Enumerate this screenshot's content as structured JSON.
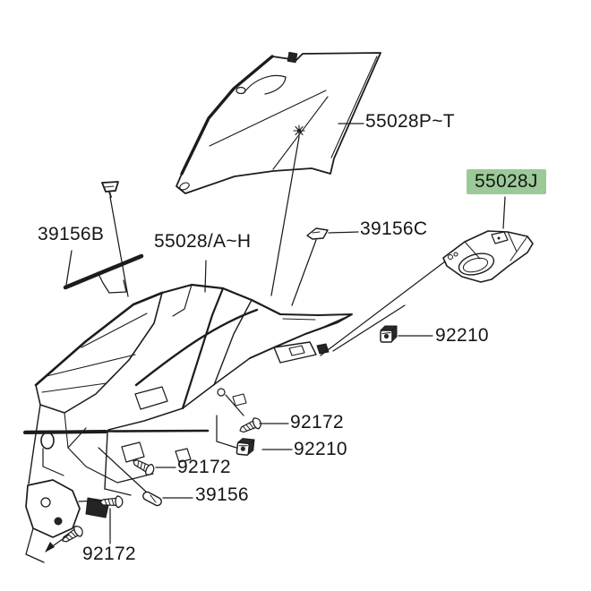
{
  "page": {
    "background_color": "#ffffff",
    "line_color": "#1c1c1c",
    "highlight_color": "#9cc998"
  },
  "labels": {
    "upper_cowl": {
      "text": "55028P~T",
      "highlighted": false
    },
    "meter_cover": {
      "text": "55028J",
      "highlighted": true
    },
    "trim_b": {
      "text": "39156B",
      "highlighted": false
    },
    "center_cowl": {
      "text": "55028/A~H",
      "highlighted": false
    },
    "pad_c": {
      "text": "39156C",
      "highlighted": false
    },
    "nut_upper": {
      "text": "92210",
      "highlighted": false
    },
    "screw_upper": {
      "text": "92172",
      "highlighted": false
    },
    "nut_lower": {
      "text": "92210",
      "highlighted": false
    },
    "screw_mid": {
      "text": "92172",
      "highlighted": false
    },
    "pad_plain": {
      "text": "39156",
      "highlighted": false
    },
    "screw_bottom": {
      "text": "92172",
      "highlighted": false
    }
  }
}
